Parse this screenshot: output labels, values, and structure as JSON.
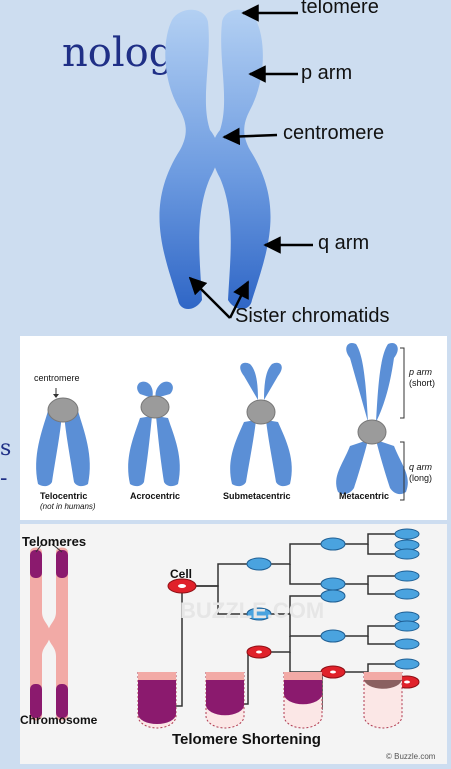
{
  "slide": {
    "title_fragment": "nology",
    "side_fragment_1": "s",
    "side_fragment_2": "-"
  },
  "chromosome_structure": {
    "labels": {
      "telomere": "telomere",
      "p_arm": "p arm",
      "centromere": "centromere",
      "q_arm": "q arm",
      "sister_chromatids": "Sister chromatids"
    },
    "colors": {
      "chromatid_top": "#aecbf0",
      "chromatid_bottom": "#3a70cc"
    }
  },
  "centromere_types": {
    "centromere_label": "centromere",
    "p_arm": "p arm",
    "p_arm_sub": "(short)",
    "q_arm": "q arm",
    "q_arm_sub": "(long)",
    "types": [
      {
        "name": "Telocentric",
        "note": "(not in humans)"
      },
      {
        "name": "Acrocentric"
      },
      {
        "name": "Submetacentric"
      },
      {
        "name": "Metacentric"
      }
    ],
    "colors": {
      "chromosome": "#5b8fd6",
      "centromere": "#9a9a9a"
    }
  },
  "telomere_shortening": {
    "telomeres_label": "Telomeres",
    "cell_label": "Cell",
    "chromosome_label": "Chromosome",
    "title": "Telomere Shortening",
    "watermark": "BUZZLE.COM",
    "credit": "© Buzzle.com",
    "telomere_levels": [
      1.0,
      0.8,
      0.55,
      0.2
    ],
    "colors": {
      "telomere": "#8b1a6e",
      "chromosome": "#f2a9a5",
      "cell_red": "#e0212a",
      "cell_blue": "#4aa3df"
    }
  }
}
